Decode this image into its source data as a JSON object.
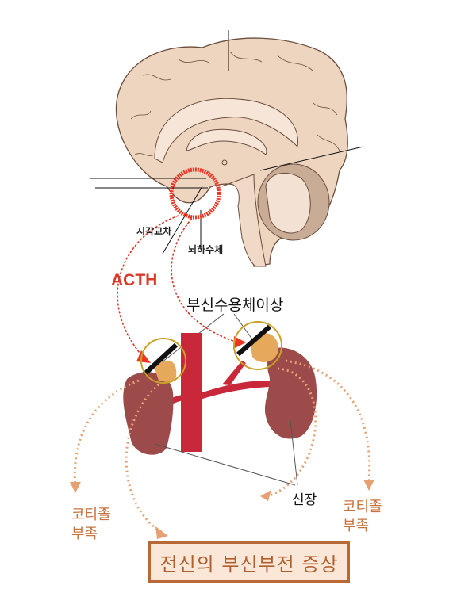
{
  "diagram": {
    "labels": {
      "optic_chiasm": "시각교차",
      "pituitary": "뇌하수체",
      "acth": "ACTH",
      "adrenal_receptor_abnormality": "부신수용체이상",
      "kidney": "신장",
      "cortisol_deficiency_left": [
        "코티졸",
        "부족"
      ],
      "cortisol_deficiency_right": [
        "코티졸",
        "부족"
      ],
      "systemic_symptoms": "전신의 부신부전 증상"
    },
    "colors": {
      "brain": "#eed5c0",
      "brain_inner": "#f7e6d8",
      "brain_outline": "#6b4e3d",
      "cerebellum_stripe": "#b69a85",
      "highlight_circle": "#ee3322",
      "acth_arrow": "#dd3322",
      "adrenal_circle": "#c9a227",
      "adrenal_gland": "#e6a85a",
      "kidney": "#9c4b4a",
      "vessel": "#c8283a",
      "cortisol_arrow": "#e5a174",
      "box_fill": "#fbe7d8",
      "box_border": "#b86a36",
      "text_orange": "#c7733f"
    }
  }
}
